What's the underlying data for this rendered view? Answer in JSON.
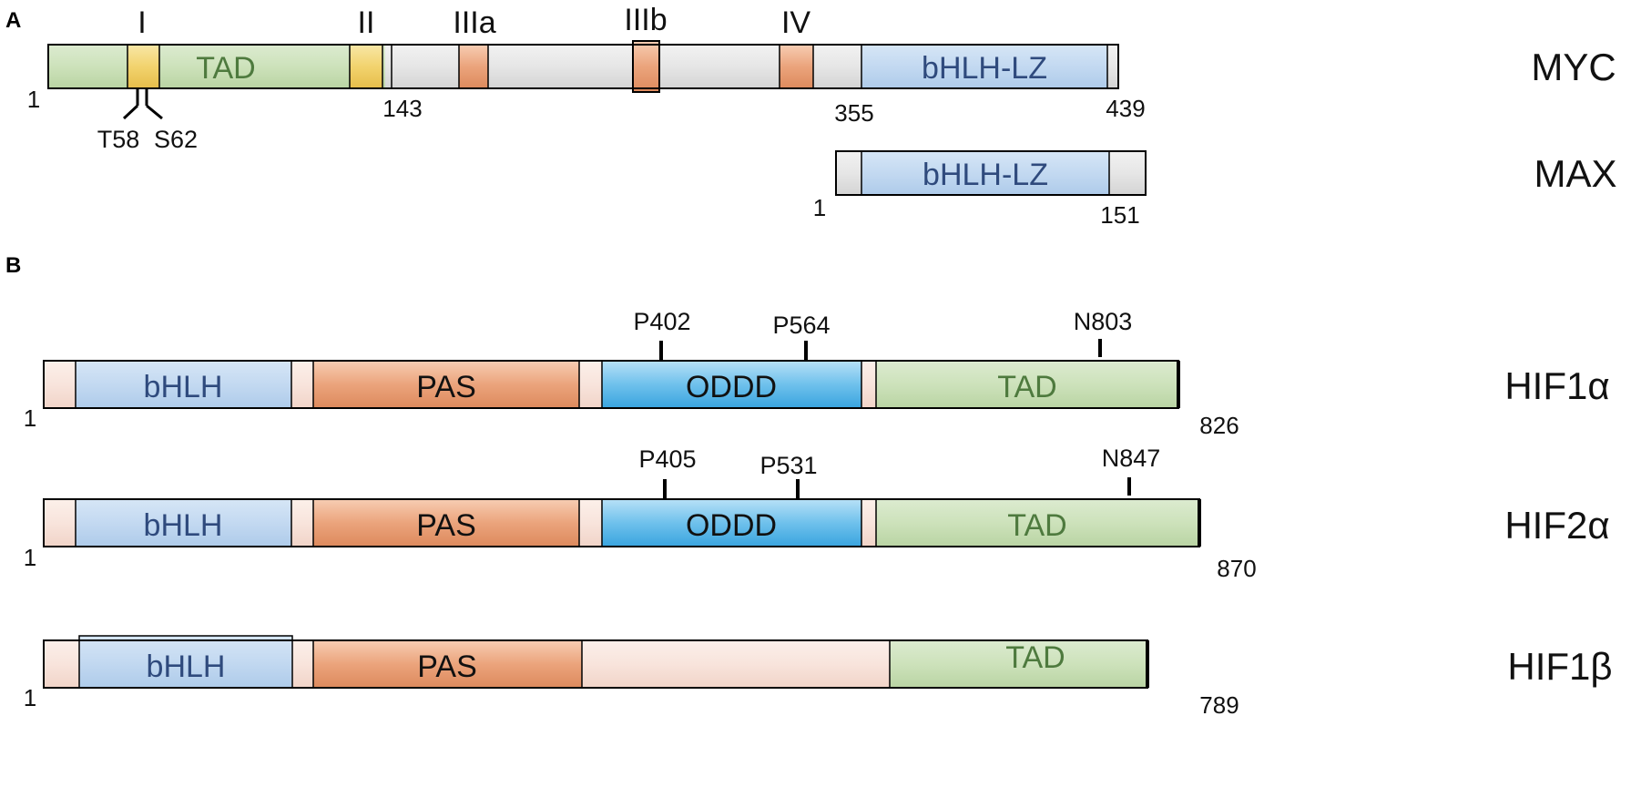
{
  "panels": {
    "a": "A",
    "b": "B"
  },
  "myc": {
    "name": "MYC",
    "motifs": {
      "i": "I",
      "ii": "II",
      "iiia": "IIIa",
      "iiib": "IIIb",
      "iv": "IV"
    },
    "domains": {
      "tad": "TAD",
      "bhlhlz": "bHLH-LZ"
    },
    "positions": {
      "start": "1",
      "p143": "143",
      "p355": "355",
      "end": "439"
    },
    "sites": {
      "t58": "T58",
      "s62": "S62"
    }
  },
  "max": {
    "name": "MAX",
    "domains": {
      "bhlhlz": "bHLH-LZ"
    },
    "positions": {
      "start": "1",
      "end": "151"
    }
  },
  "hif1a": {
    "name": "HIF1α",
    "domains": {
      "bhlh": "bHLH",
      "pas": "PAS",
      "oddd": "ODDD",
      "tad": "TAD"
    },
    "positions": {
      "start": "1",
      "end": "826"
    },
    "sites": {
      "p402": "P402",
      "p564": "P564",
      "n803": "N803"
    }
  },
  "hif2a": {
    "name": "HIF2α",
    "domains": {
      "bhlh": "bHLH",
      "pas": "PAS",
      "oddd": "ODDD",
      "tad": "TAD"
    },
    "positions": {
      "start": "1",
      "end": "870"
    },
    "sites": {
      "p405": "P405",
      "p531": "P531",
      "n847": "N847"
    }
  },
  "hif1b": {
    "name": "HIF1β",
    "domains": {
      "bhlh": "bHLH",
      "pas": "PAS",
      "tad": "TAD"
    },
    "positions": {
      "start": "1",
      "end": "789"
    }
  },
  "colors": {
    "tad_green": "#cfe3bf",
    "bhlh_blue": "#c7dcf2",
    "motif_yellow": "#f3d77a",
    "motif_orange": "#eba781",
    "pas_orange": "#eaa57c",
    "oddd_blue": "#7fc6ec",
    "linker_grey": "#e6e6e6",
    "linker_pink": "#f8e6df"
  }
}
